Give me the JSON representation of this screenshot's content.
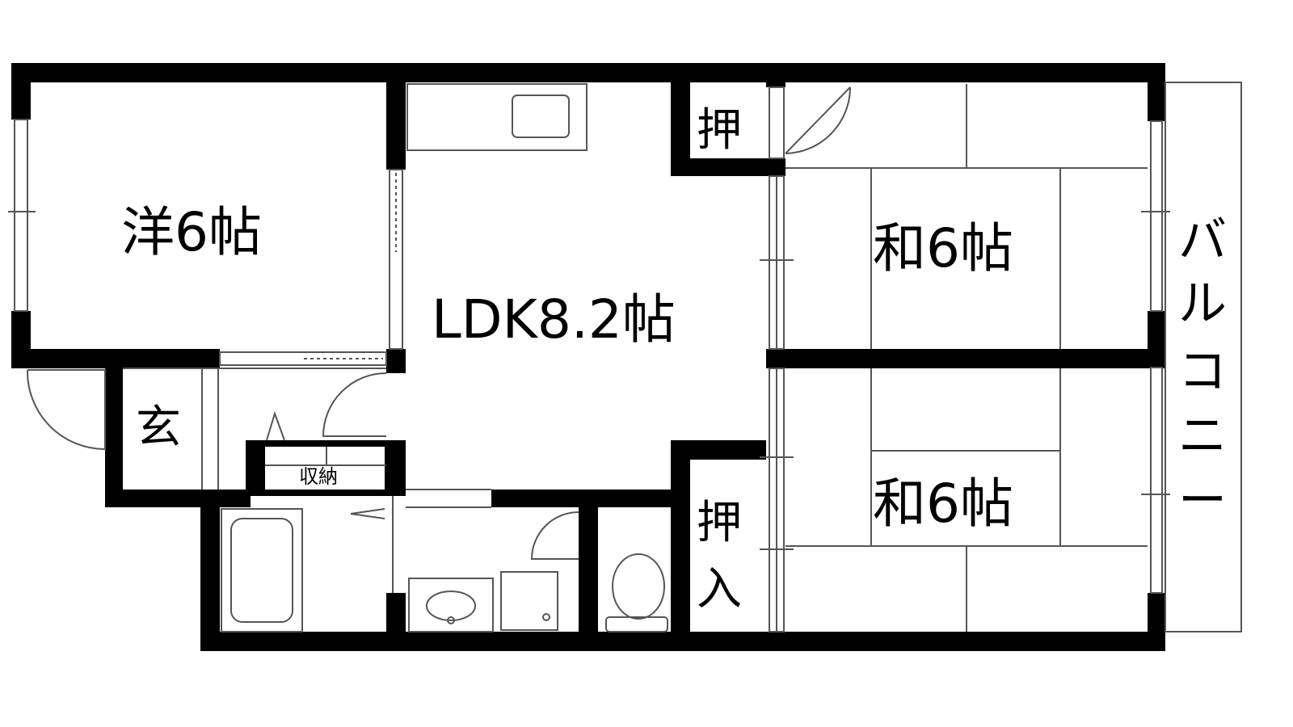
{
  "floorplan": {
    "rooms": {
      "western": {
        "label": "洋6帖"
      },
      "ldk": {
        "label": "LDK8.2帖"
      },
      "japanese_upper": {
        "label": "和6帖"
      },
      "japanese_lower": {
        "label": "和6帖"
      },
      "entrance": {
        "label": "玄"
      },
      "closet_upper": {
        "label": "押"
      },
      "closet_lower_line1": {
        "label": "押"
      },
      "closet_lower_line2": {
        "label": "入"
      },
      "storage": {
        "label": "収納"
      },
      "balcony": {
        "chars": [
          "バ",
          "ル",
          "コ",
          "ニ",
          "ー"
        ]
      }
    },
    "colors": {
      "wall": "#000000",
      "background": "#ffffff",
      "line": "#555555"
    }
  }
}
